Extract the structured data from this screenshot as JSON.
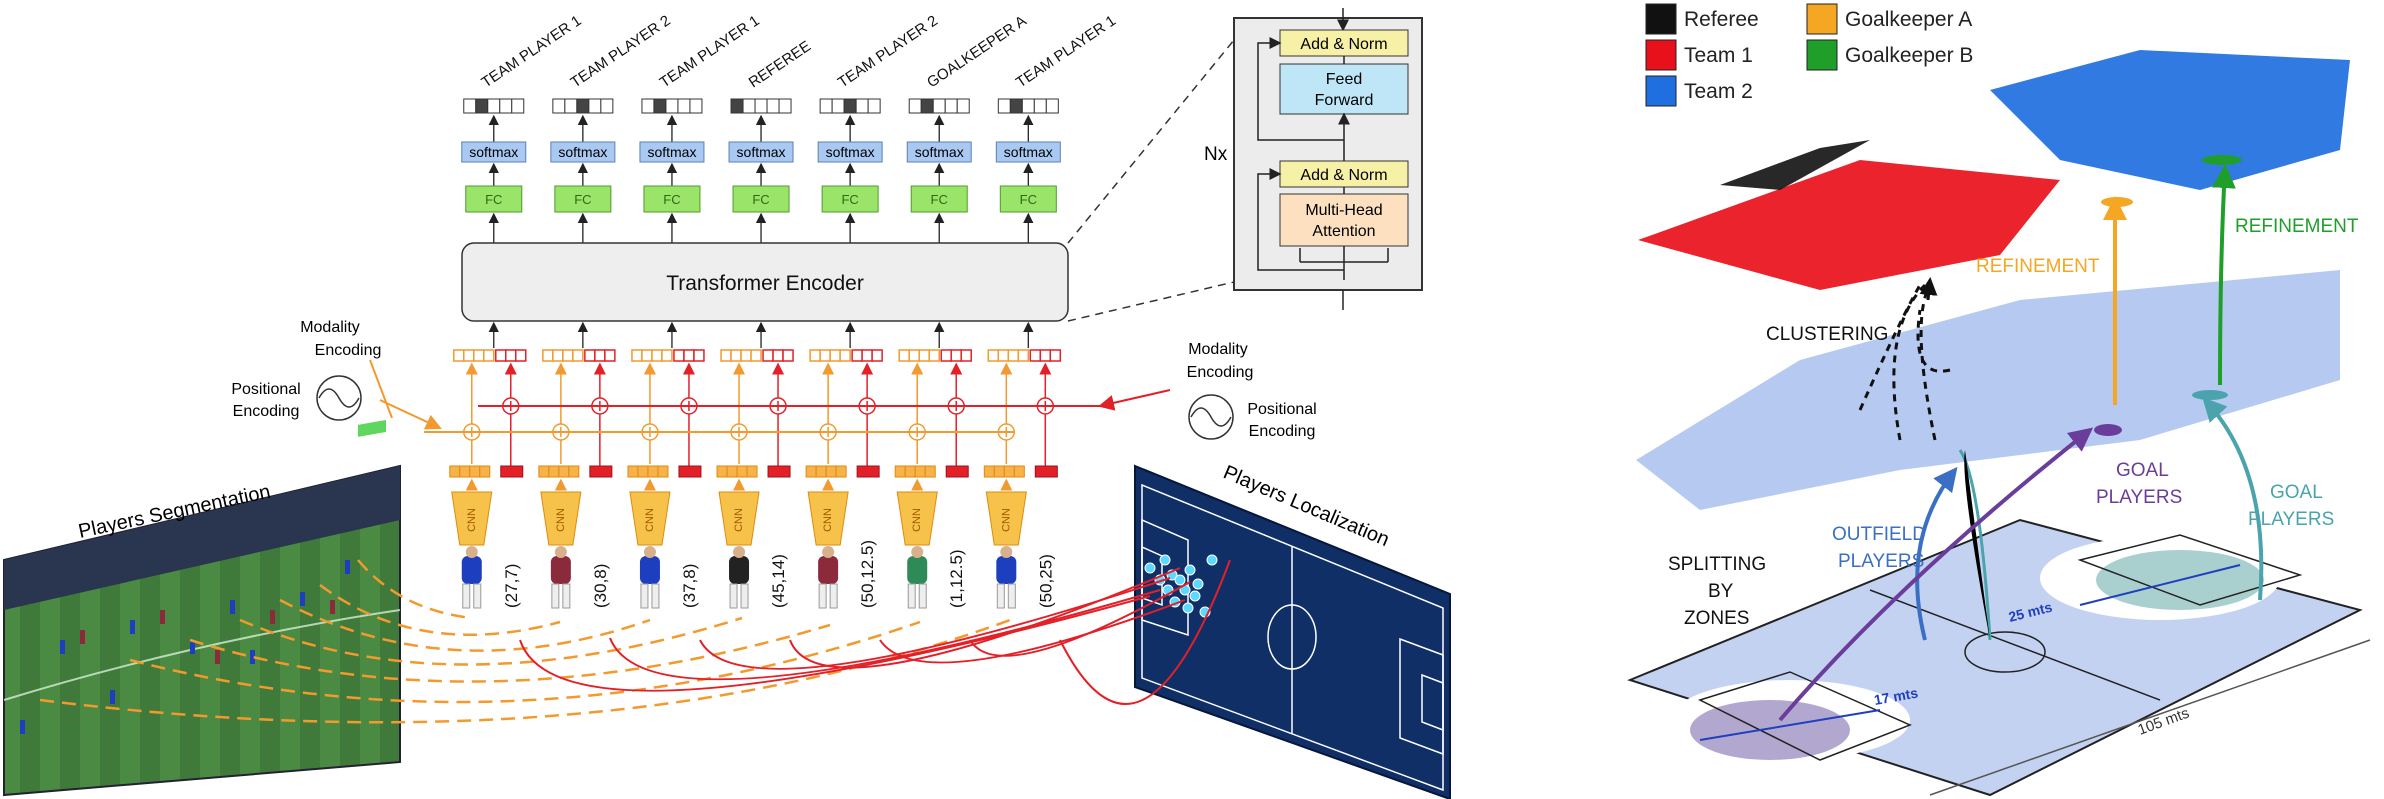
{
  "output_labels": [
    "TEAM PLAYER 1",
    "TEAM PLAYER 2",
    "TEAM PLAYER 1",
    "REFEREE",
    "TEAM PLAYER 2",
    "GOALKEEPER A",
    "TEAM PLAYER 1"
  ],
  "softmax_label": "softmax",
  "fc_label": "FC",
  "cnn_label": "CNN",
  "transformer_label": "Transformer Encoder",
  "transformer_block": {
    "add_norm": "Add & Norm",
    "feed_forward_1": "Feed",
    "feed_forward_2": "Forward",
    "mha_1": "Multi-Head",
    "mha_2": "Attention",
    "nx": "Nx"
  },
  "modality_left_1": "Modality",
  "modality_left_2": "Encoding",
  "positional_left_1": "Positional",
  "positional_left_2": "Encoding",
  "modality_right_1": "Modality",
  "modality_right_2": "Encoding",
  "positional_right_1": "Positional",
  "positional_right_2": "Encoding",
  "coordinates": [
    "(27,7)",
    "(30,8)",
    "(37,8)",
    "(45,14)",
    "(50,12.5)",
    "(1,12.5)",
    "(50,25)"
  ],
  "players_segmentation": "Players Segmentation",
  "players_localization": "Players Localization",
  "legend": [
    {
      "label": "Referee",
      "color": "#111111"
    },
    {
      "label": "Goalkeeper A",
      "color": "#f5a623"
    },
    {
      "label": "Team 1",
      "color": "#e8101a"
    },
    {
      "label": "Goalkeeper B",
      "color": "#1f9e2a"
    },
    {
      "label": "Team 2",
      "color": "#1f6fe0"
    }
  ],
  "clustering": "CLUSTERING",
  "refinement_orange": "REFINEMENT",
  "refinement_green": "REFINEMENT",
  "splitting_1": "SPLITTING",
  "splitting_2": "BY",
  "splitting_3": "ZONES",
  "outfield_1": "OUTFIELD",
  "outfield_2": "PLAYERS",
  "goal_purple_1": "GOAL",
  "goal_purple_2": "PLAYERS",
  "goal_teal_1": "GOAL",
  "goal_teal_2": "PLAYERS",
  "dist_17": "17 mts",
  "dist_25": "25 mts",
  "dist_105": "105 mts",
  "colors": {
    "orange": "#f29a2e",
    "red": "#e32028",
    "fc_fill": "#9be46a",
    "softmax_fill": "#a9c8f2",
    "pitch_dark": "#0f2f66",
    "team2_blue": "#1f6fe0",
    "light_blue": "#a9c1ee",
    "purple": "#6a3d9a",
    "teal": "#4aa3ad",
    "green": "#1f9e2a"
  }
}
